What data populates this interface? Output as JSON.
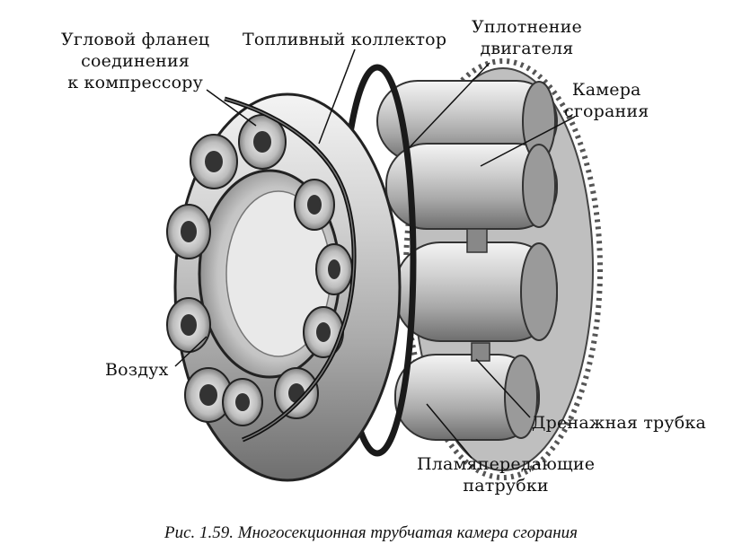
{
  "labels": {
    "flange": "Угловой фланец\nсоединения\nк компрессору",
    "fuel_manifold": "Топливный коллектор",
    "engine_seal": "Уплотнение\nдвигателя",
    "combustion_chamber": "Камера\nсгорания",
    "air": "Воздух",
    "drain_tube": "Дренажная трубка",
    "flame_tubes": "Пламяпередающие\nпатрубки"
  },
  "caption": "Рис. 1.59. Многосекционная трубчатая камера сгорания"
}
